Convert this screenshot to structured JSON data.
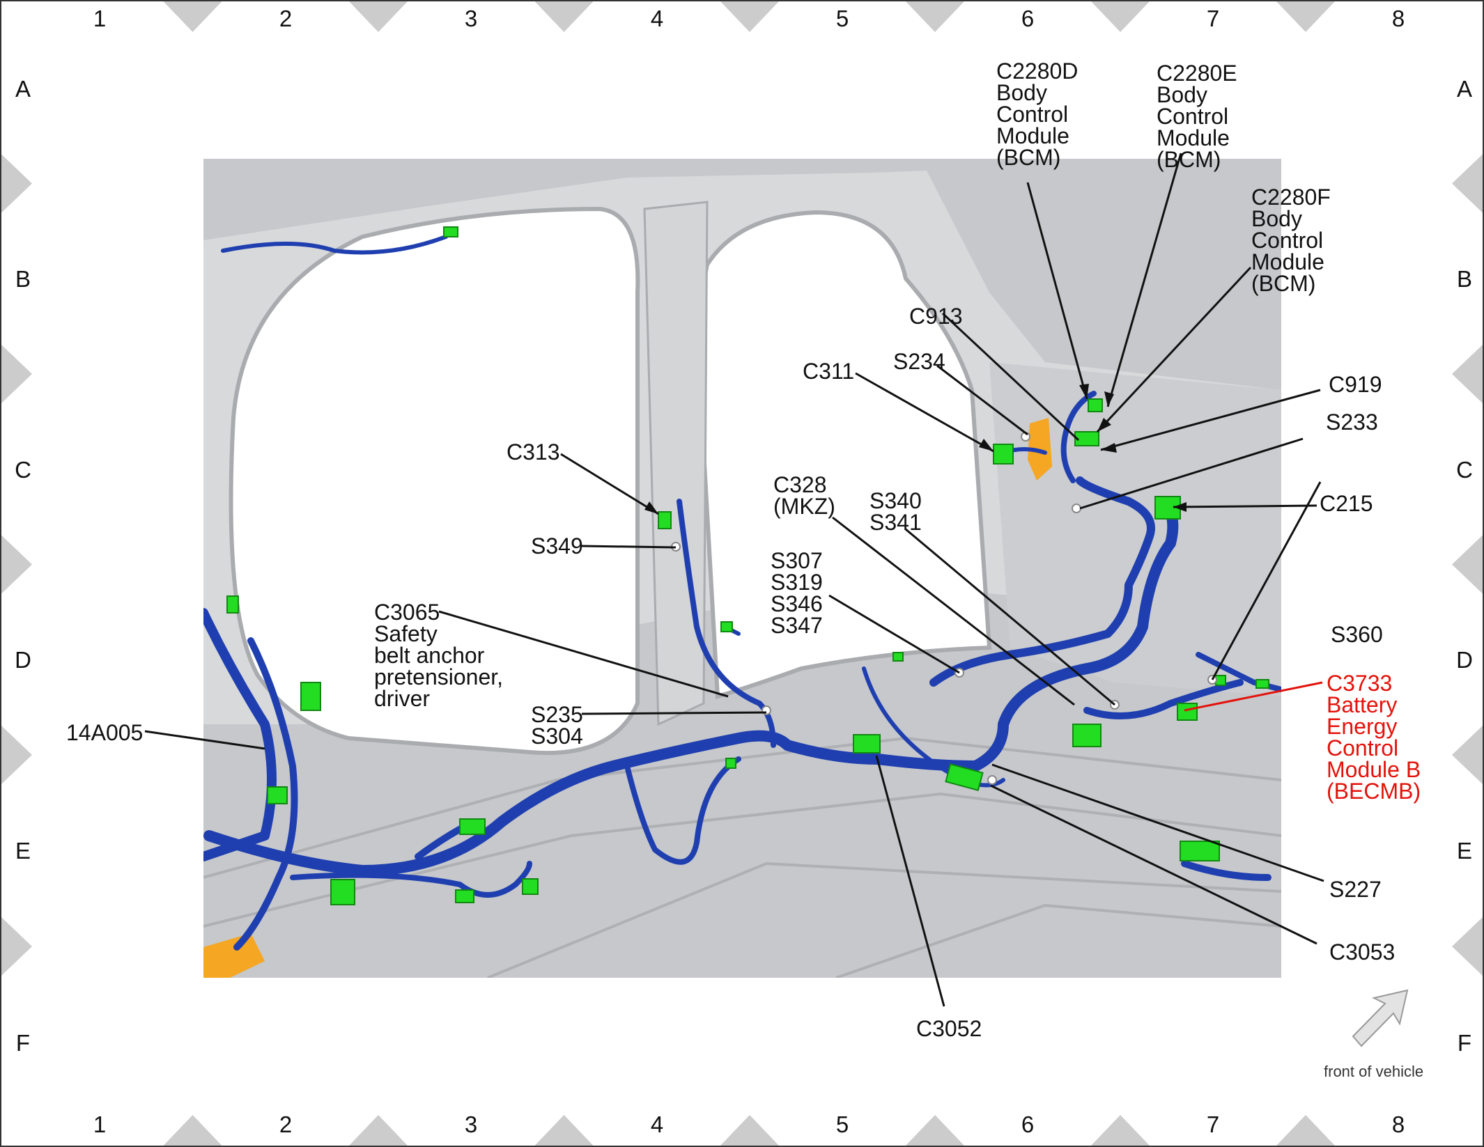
{
  "grid": {
    "columns": [
      "1",
      "2",
      "3",
      "4",
      "5",
      "6",
      "7",
      "8"
    ],
    "rows": [
      "A",
      "B",
      "C",
      "D",
      "E",
      "F"
    ]
  },
  "note": {
    "text": "front of vehicle",
    "arrow_icon": "arrow-up-right-icon"
  },
  "colors": {
    "harness_blue": "#1f3fb0",
    "connector_green": "#22dd22",
    "highlight_orange": "#f5a623",
    "body_gray": "#cfd1d4",
    "callout_red": "#e3120b"
  },
  "labels": {
    "c2280d": [
      "C2280D",
      "Body",
      "Control",
      "Module",
      "(BCM)"
    ],
    "c2280e": [
      "C2280E",
      "Body",
      "Control",
      "Module",
      "(BCM)"
    ],
    "c2280f": [
      "C2280F",
      "Body",
      "Control",
      "Module",
      "(BCM)"
    ],
    "c913": [
      "C913"
    ],
    "s234": [
      "S234"
    ],
    "c311": [
      "C311"
    ],
    "c919": [
      "C919"
    ],
    "s233": [
      "S233"
    ],
    "c215": [
      "C215"
    ],
    "c313": [
      "C313"
    ],
    "s349": [
      "S349"
    ],
    "c328": [
      "C328",
      "(MKZ)"
    ],
    "s340": [
      "S340",
      "S341"
    ],
    "s307": [
      "S307",
      "S319",
      "S346",
      "S347"
    ],
    "c3065": [
      "C3065",
      "Safety",
      "belt anchor",
      "pretensioner,",
      "driver"
    ],
    "s235": [
      "S235",
      "S304"
    ],
    "s360": [
      "S360"
    ],
    "c3733": [
      "C3733",
      "Battery",
      "Energy",
      "Control",
      "Module B",
      "(BECMB)"
    ],
    "c14a005": [
      "14A005"
    ],
    "s227": [
      "S227"
    ],
    "c3053": [
      "C3053"
    ],
    "c3052": [
      "C3052"
    ]
  }
}
